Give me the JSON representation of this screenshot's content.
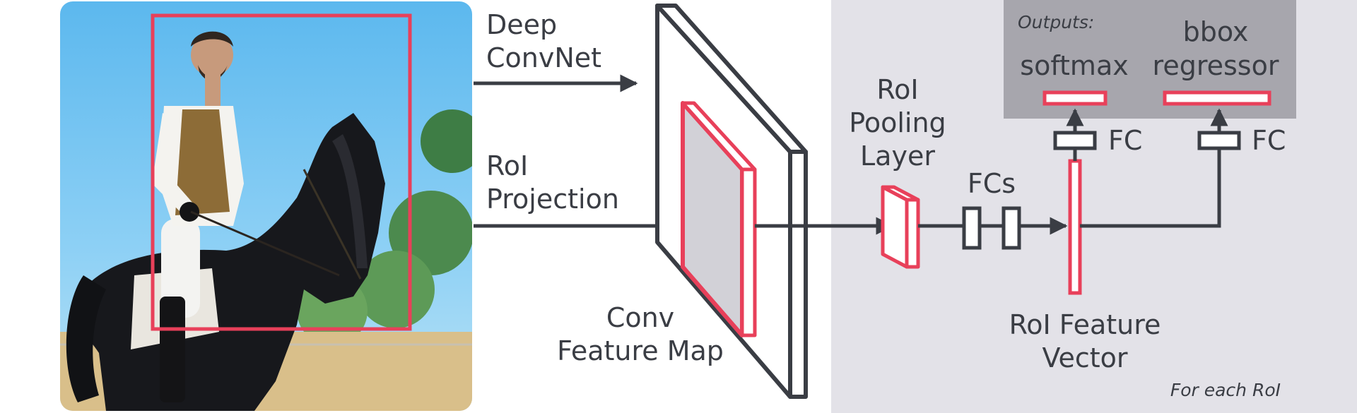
{
  "labels": {
    "deep_convnet_1": "Deep",
    "deep_convnet_2": "ConvNet",
    "roi_projection_1": "RoI",
    "roi_projection_2": "Projection",
    "conv_feature_map_1": "Conv",
    "conv_feature_map_2": "Feature Map",
    "roi_pooling_1": "RoI",
    "roi_pooling_2": "Pooling",
    "roi_pooling_3": "Layer",
    "fcs": "FCs",
    "roi_feature_vector_1": "RoI Feature",
    "roi_feature_vector_2": "Vector",
    "fc_left": "FC",
    "fc_right": "FC",
    "outputs": "Outputs:",
    "softmax": "softmax",
    "bbox_1": "bbox",
    "bbox_2": "regressor",
    "for_each_roi": "For each RoI"
  },
  "colors": {
    "accent": "#e8405a",
    "line": "#3a3d44",
    "panel": "#e3e2e8",
    "outputs_panel": "#a7a6ad",
    "feature_map_fill": "#d2d1d7"
  },
  "photo": {
    "subject": "rider on black horse with bounding box"
  }
}
